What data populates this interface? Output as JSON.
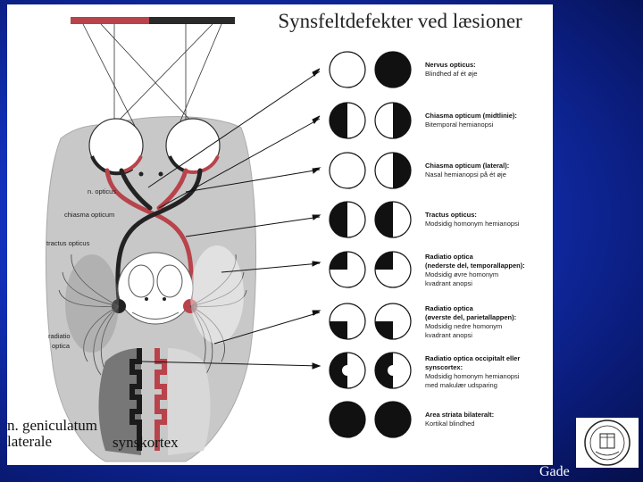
{
  "title": "Synsfeltdefekter ved læsioner",
  "brain_labels": {
    "n_opticus": "n. opticus",
    "chiasma_opticum": "chiasma opticum",
    "tractus_opticus": "tractus opticus",
    "radiatio_optica_1": "radiatio",
    "radiatio_optica_2": "optica"
  },
  "big_labels": {
    "geniculatum_1": "n. geniculatum",
    "geniculatum_2": "laterale",
    "synskortex": "synskortex"
  },
  "rows": [
    {
      "title": "Nervus opticus:",
      "sub": [
        "Blindhed af ét øje"
      ]
    },
    {
      "title": "Chiasma opticum (midtlinie):",
      "sub": [
        "Bitemporal hemianopsi"
      ]
    },
    {
      "title": "Chiasma opticum (lateral):",
      "sub": [
        "Nasal hemianopsi på ét øje"
      ]
    },
    {
      "title": "Tractus opticus:",
      "sub": [
        "Modsidig homonym hemianopsi"
      ]
    },
    {
      "title": "Radiatio optica",
      "title2": "(nederste del, temporallappen):",
      "sub": [
        "Modsidig øvre homonym",
        "kvadrant anopsi"
      ]
    },
    {
      "title": "Radiatio optica",
      "title2": "(øverste del, parietallappen):",
      "sub": [
        "Modsidig nedre homonym",
        "kvadrant anopsi"
      ]
    },
    {
      "title": "Radiatio optica occipitalt eller",
      "title2": "synscortex:",
      "sub": [
        "Modsidig homonym hemianopsi",
        "med makulær udsparing"
      ]
    },
    {
      "title": "Area striata bilateralt:",
      "sub": [
        "Kortikal blindhed"
      ]
    }
  ],
  "footer": "Gade",
  "colors": {
    "background": "#1230b8",
    "accent_red": "#b8434a",
    "pathway_dark": "#222222",
    "brain_gray": "#c8c8c8"
  }
}
